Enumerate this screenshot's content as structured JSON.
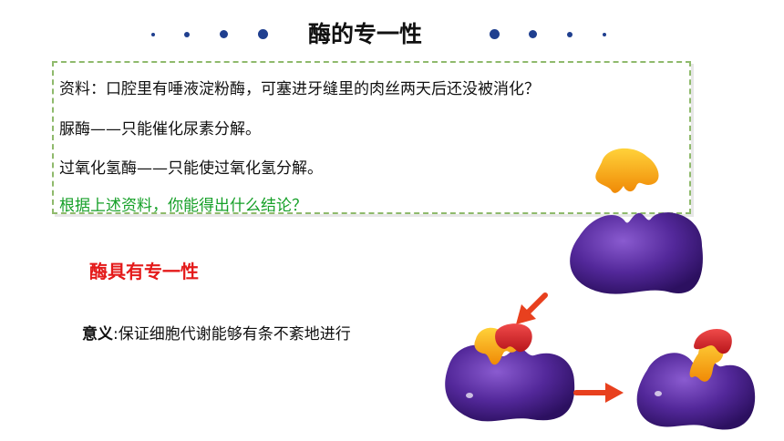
{
  "title": "酶的专一性",
  "info": {
    "line1": "资料：口腔里有唾液淀粉酶，可塞进牙缝里的肉丝两天后还没被消化？",
    "line2": "脲酶——只能催化尿素分解。",
    "line3": "过氧化氢酶——只能使过氧化氢分解。",
    "question": "根据上述资料，你能得出什么结论？"
  },
  "conclusion": "酶具有专一性",
  "meaning": {
    "label": "意义",
    "text": ":保证细胞代谢能够有条不紊地进行"
  },
  "colors": {
    "dot_blue": "#1f3f8f",
    "dashed_border": "#8fba6c",
    "question_green": "#16a028",
    "conclusion_red": "#e41a1a",
    "enzyme_purple": "#4a1f86",
    "substrate_yellow": "#f2a20e",
    "substrate_red": "#d82b2b",
    "arrow_red": "#e8401e"
  }
}
